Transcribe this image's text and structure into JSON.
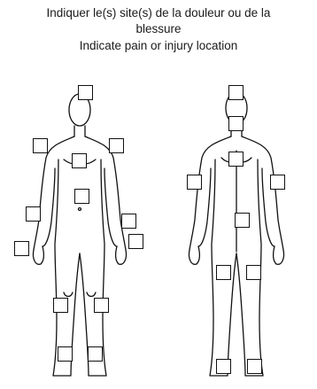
{
  "title_fr_line1": "Indiquer le(s) site(s) de la douleur ou de la",
  "title_fr_line2": "blessure",
  "title_en": "Indicate pain or injury location",
  "colors": {
    "line": "#111111",
    "text": "#1a1a1a",
    "background": "#ffffff"
  },
  "front_view": {
    "checkboxes": [
      "head",
      "right-shoulder",
      "left-shoulder",
      "chest",
      "abdomen",
      "right-forearm",
      "left-forearm",
      "right-hand",
      "left-hand",
      "right-knee",
      "left-knee",
      "right-ankle",
      "left-ankle"
    ]
  },
  "back_view": {
    "checkboxes": [
      "head",
      "neck",
      "upper-back",
      "right-arm",
      "left-arm",
      "lower-back",
      "right-thigh",
      "left-thigh",
      "right-ankle",
      "left-ankle"
    ]
  }
}
